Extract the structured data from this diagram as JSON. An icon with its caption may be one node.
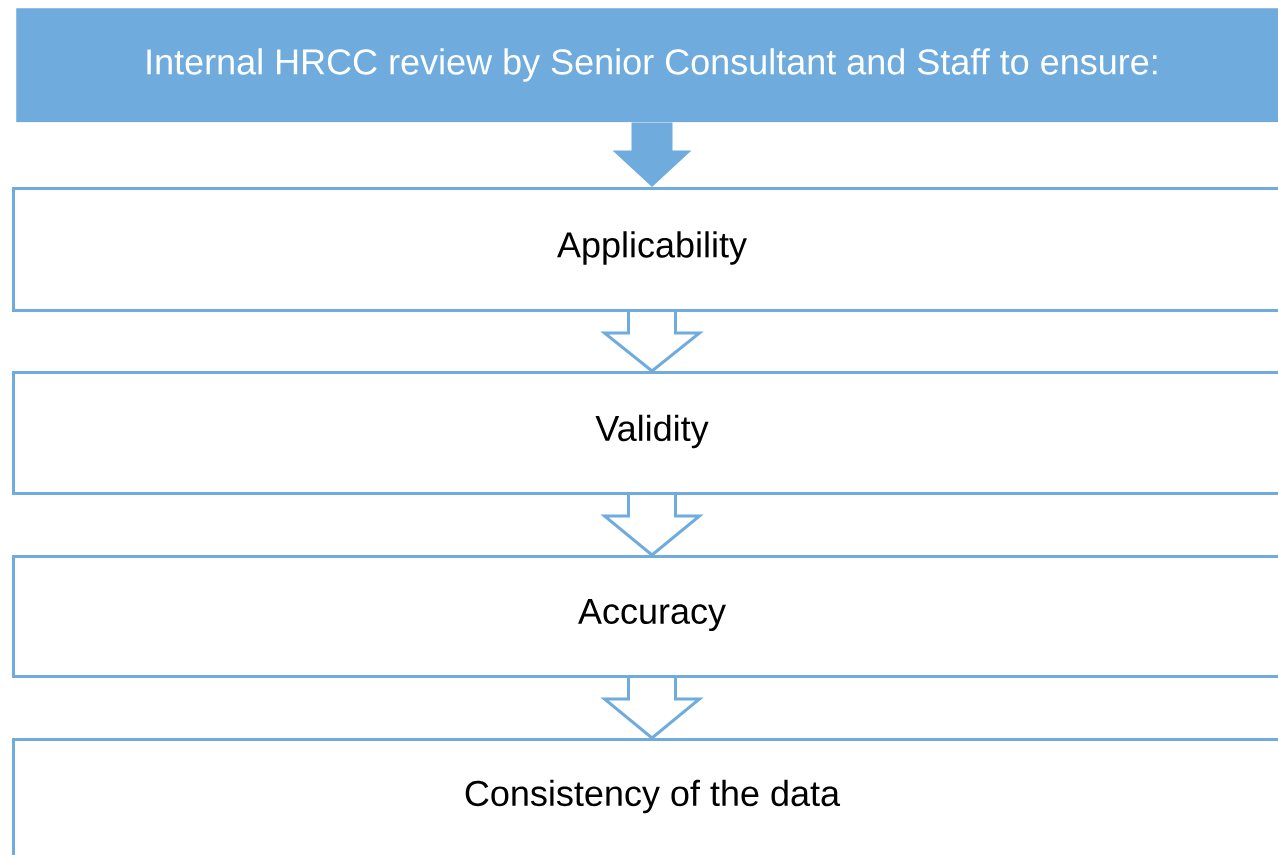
{
  "diagram": {
    "nodes": [
      {
        "text": [
          "Internal HRCC review by Senior Consultant and Staff to ensure:"
        ]
      },
      {
        "text": [
          "Applicability"
        ]
      },
      {
        "text": [
          "Validity"
        ]
      },
      {
        "text": [
          "Accuracy"
        ]
      },
      {
        "text": [
          "Consistency of the data"
        ]
      }
    ],
    "edges": [
      {
        "from": 0,
        "to": 1,
        "arrow": "to"
      },
      {
        "from": 1,
        "to": 2,
        "arrow": "to"
      },
      {
        "from": 2,
        "to": 3,
        "arrow": "to"
      },
      {
        "from": 3,
        "to": 4,
        "arrow": "to"
      }
    ]
  }
}
